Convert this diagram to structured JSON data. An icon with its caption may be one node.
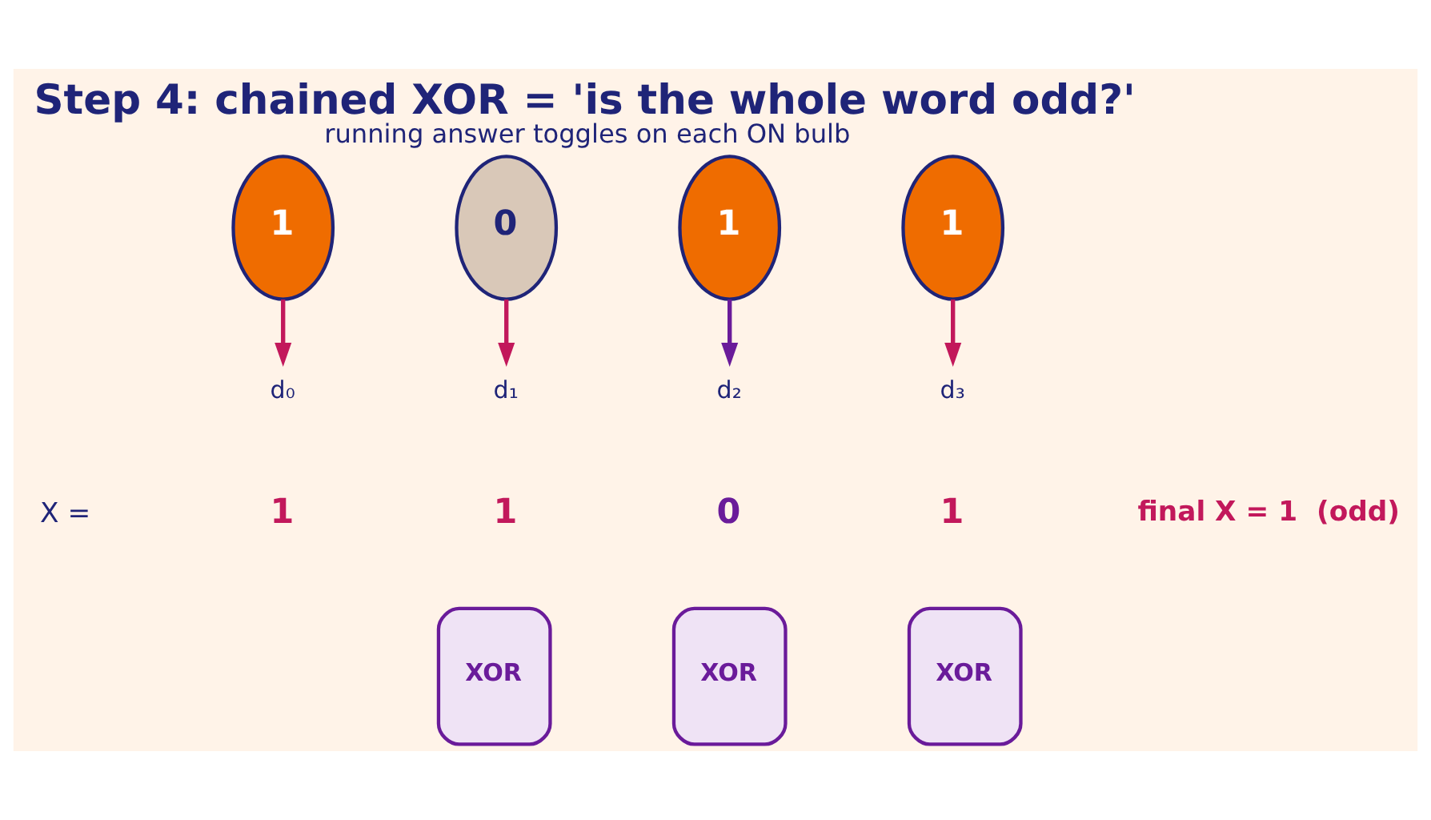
{
  "diagram": {
    "title": "Step 4: chained XOR = 'is the whole word odd?'",
    "caption": "running answer toggles on each ON bulb",
    "nodes": [
      {
        "text": [
          "1"
        ]
      },
      {
        "text": [
          "0"
        ]
      },
      {
        "text": [
          "1"
        ]
      },
      {
        "text": [
          "1"
        ]
      },
      {
        "text": [
          "d₀"
        ]
      },
      {
        "text": [
          "d₁"
        ]
      },
      {
        "text": [
          "d₂"
        ]
      },
      {
        "text": [
          "d₃"
        ]
      },
      {
        "text": [
          "XOR"
        ]
      },
      {
        "text": [
          "XOR"
        ]
      },
      {
        "text": [
          "XOR"
        ]
      }
    ],
    "edges": [
      {
        "from": 0,
        "to": 4,
        "arrow": "to"
      },
      {
        "from": 1,
        "to": 5,
        "arrow": "to"
      },
      {
        "from": 2,
        "to": 6,
        "arrow": "to",
        "color": "#6a1b9a"
      },
      {
        "from": 3,
        "to": 7,
        "arrow": "to"
      }
    ],
    "labels": [
      "X =",
      "1",
      "1",
      "0",
      "1",
      "final X = 1  (odd)"
    ]
  }
}
